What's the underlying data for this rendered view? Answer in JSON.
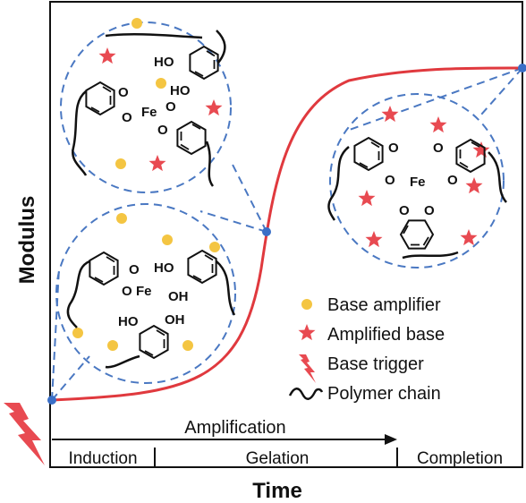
{
  "axes": {
    "y_title": "Modulus",
    "x_title": "Time"
  },
  "arrow_label": "Amplification",
  "phases": [
    "Induction",
    "Gelation",
    "Completion"
  ],
  "legend": [
    {
      "label": "Base amplifier",
      "icon": "yellow-circle-icon"
    },
    {
      "label": "Amplified base",
      "icon": "red-star-icon"
    },
    {
      "label": "Base trigger",
      "icon": "lightning-icon"
    },
    {
      "label": "Polymer chain",
      "icon": "wavy-line-icon"
    }
  ],
  "atoms": {
    "o": "O",
    "ho": "HO",
    "oh": "OH",
    "fe": "Fe"
  },
  "colors": {
    "curve": "#e0393e",
    "dash": "#4a78c2",
    "amplifier": "#f4c542",
    "star": "#e84a51",
    "point": "#3a6fc7"
  }
}
